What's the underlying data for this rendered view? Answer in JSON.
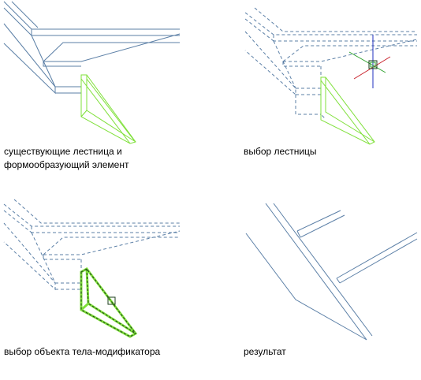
{
  "panels": [
    {
      "caption_lines": [
        "существующие лестница и",
        "формообразующий элемент"
      ]
    },
    {
      "caption_lines": [
        "выбор лестницы"
      ]
    },
    {
      "caption_lines": [
        "выбор объекта тела-модификатора"
      ]
    },
    {
      "caption_lines": [
        "результат"
      ]
    }
  ],
  "colors": {
    "stair_line": "#5b7fa6",
    "modifier_green": "#7fe03a",
    "modifier_dark": "#1a3d1a",
    "axis_red": "#c8202a",
    "axis_green": "#2aa02a",
    "axis_blue": "#1f2fbf"
  }
}
